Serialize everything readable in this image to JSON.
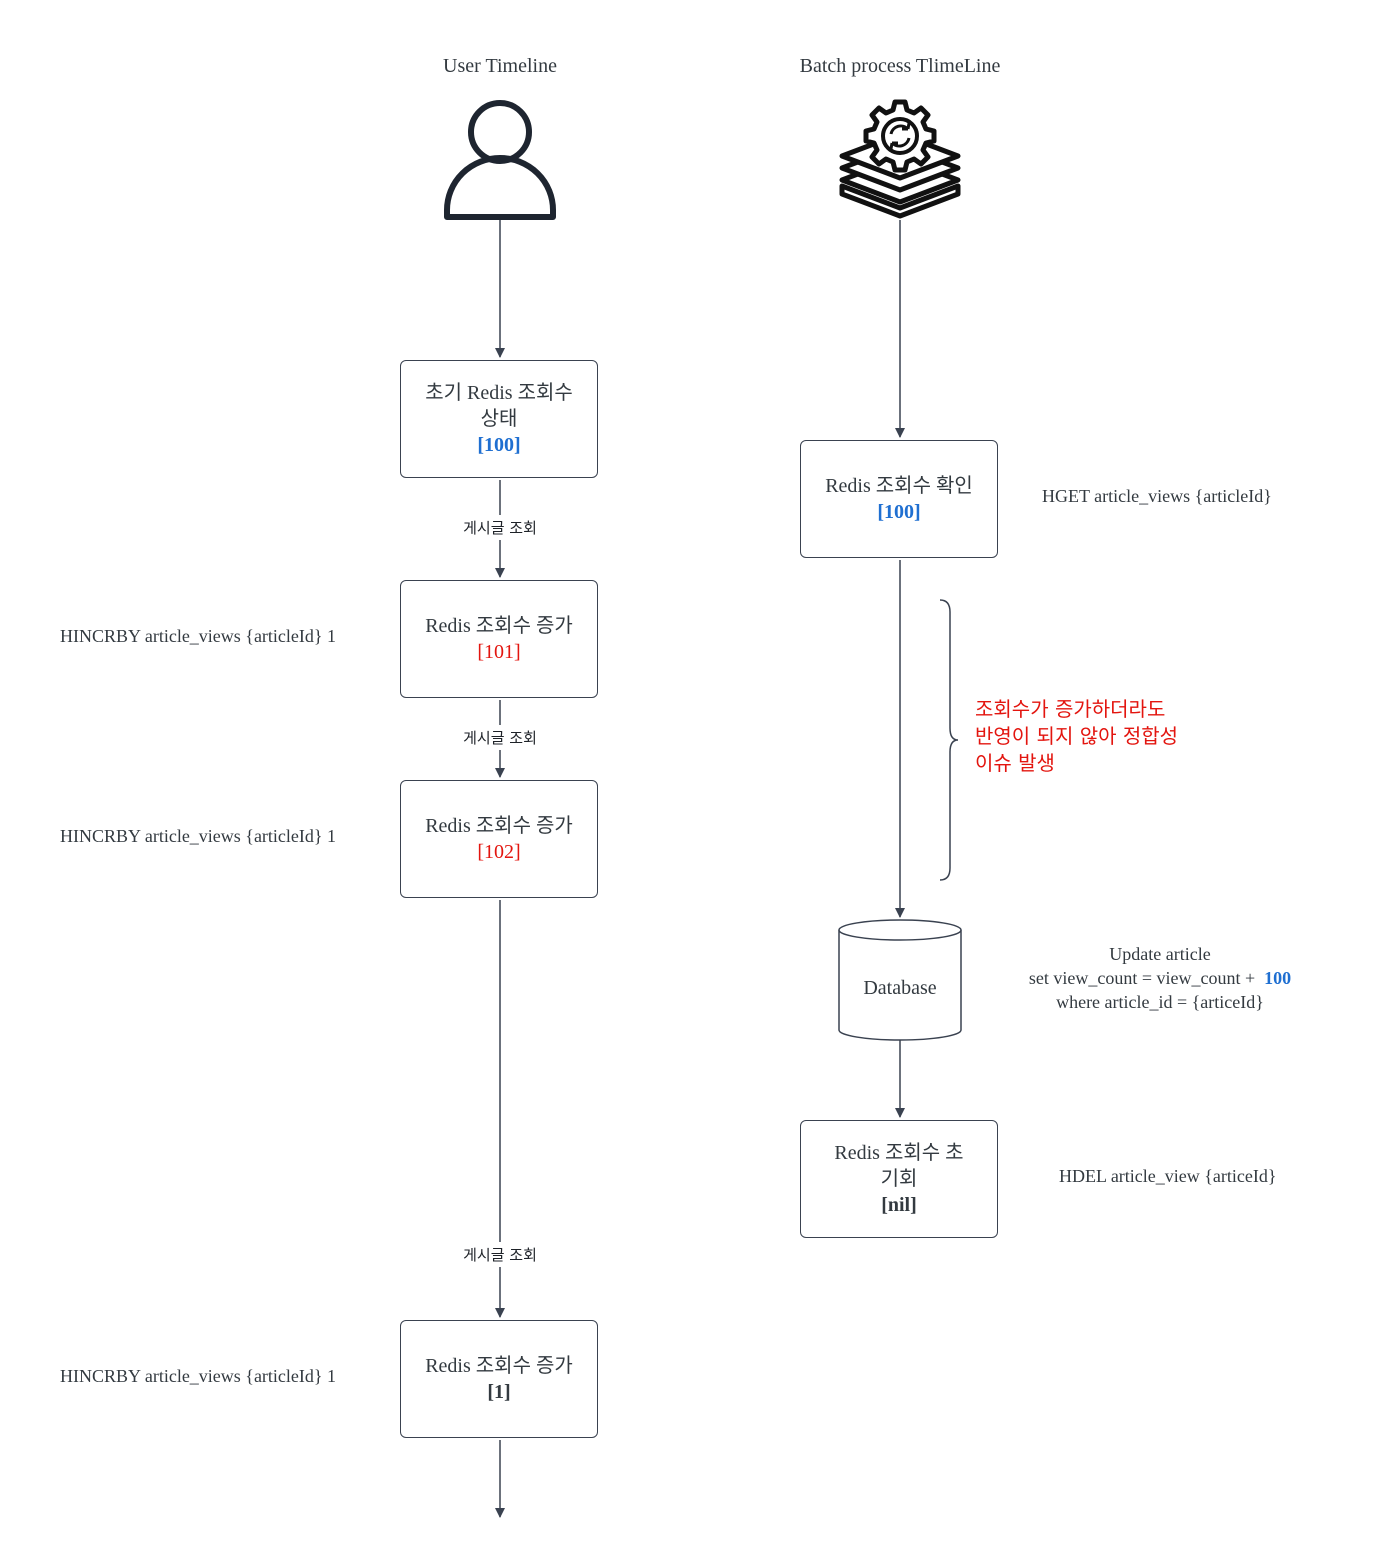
{
  "columns": {
    "user_title": "User Timeline",
    "batch_title": "Batch process TlimeLine"
  },
  "icons": {
    "user": "user-icon",
    "batch": "batch-process-gear-icon"
  },
  "colors": {
    "value_blue": "#1f6fd1",
    "value_red": "#e3150f",
    "note_red": "#e3150f",
    "line": "#3a4250"
  },
  "user_flow": {
    "initial": {
      "label": "초기 Redis 조회수 상태",
      "value": "[100]"
    },
    "edge1": "게시글 조회",
    "inc1": {
      "label": "Redis 조회수 증가",
      "value": "[101]"
    },
    "cmd1": "HINCRBY article_views {articleId} 1",
    "edge2": "게시글 조회",
    "inc2": {
      "label": "Redis 조회수 증가",
      "value": "[102]"
    },
    "cmd2": "HINCRBY article_views {articleId} 1",
    "edge3": "게시글 조회",
    "inc3": {
      "label": "Redis 조회수 증가",
      "value": "[1]"
    },
    "cmd3": "HINCRBY article_views {articleId} 1"
  },
  "batch_flow": {
    "check": {
      "label": "Redis 조회수 확인",
      "value": "[100]"
    },
    "check_cmd": "HGET article_views {articleId}",
    "note": [
      "조회수가 증가하더라도",
      "반영이 되지 않아 정합성",
      "이슈 발생"
    ],
    "database": "Database",
    "sql": {
      "line1": "Update article",
      "line2_prefix": "set view_count = view_count +",
      "line2_value": "100",
      "line3": "where article_id = {articeId}"
    },
    "reset": {
      "label": "Redis 조회수 초기회",
      "value": "[nil]"
    },
    "reset_cmd": "HDEL article_view {articeId}"
  }
}
